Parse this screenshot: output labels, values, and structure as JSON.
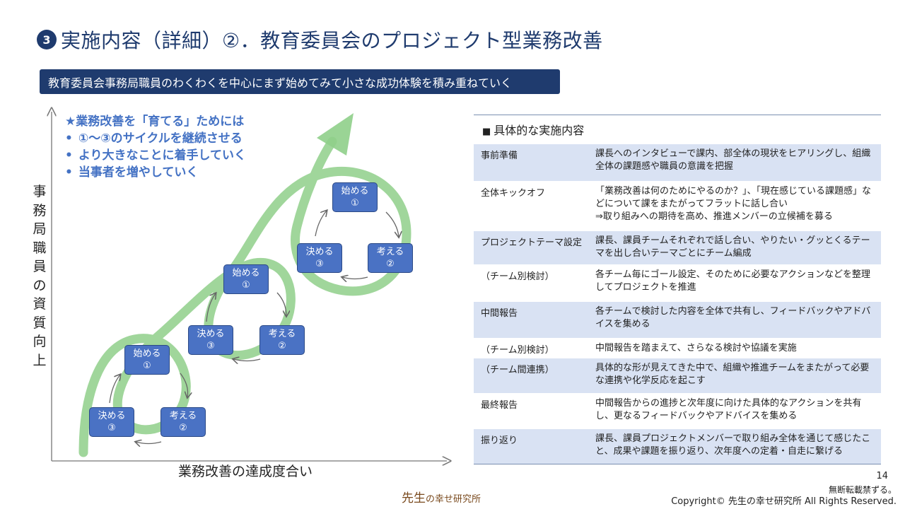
{
  "title": {
    "badge": "3",
    "text": "実施内容（詳細）②．教育委員会のプロジェクト型業務改善"
  },
  "banner": "教育委員会事務局職員のわくわくを中心にまず始めてみて小さな成功体験を積み重ねていく",
  "chart": {
    "y_axis_label": [
      "事",
      "務",
      "局",
      "職",
      "員",
      "の",
      "資",
      "質",
      "向",
      "上"
    ],
    "x_axis_label": "業務改善の達成度合い",
    "tips_title": "★業務改善を「育てる」ためには",
    "tips": [
      "①～③のサイクルを継続させる",
      "より大きなことに着手していく",
      "当事者を増やしていく"
    ],
    "cycles": [
      {
        "start": {
          "l1": "始める",
          "l2": "①"
        },
        "think": {
          "l1": "考える",
          "l2": "②"
        },
        "decide": {
          "l1": "決める",
          "l2": "③"
        }
      },
      {
        "start": {
          "l1": "始める",
          "l2": "①"
        },
        "think": {
          "l1": "考える",
          "l2": "②"
        },
        "decide": {
          "l1": "決める",
          "l2": "③"
        }
      },
      {
        "start": {
          "l1": "始める",
          "l2": "①"
        },
        "think": {
          "l1": "考える",
          "l2": "②"
        },
        "decide": {
          "l1": "決める",
          "l2": "③"
        }
      }
    ],
    "colors": {
      "arrow": "#8fcf8a",
      "node": "#4a72c4",
      "tips": "#4472c4"
    }
  },
  "table": {
    "heading": "具体的な実施内容",
    "rows": [
      {
        "label": "事前準備",
        "text": "課長へのインタビューで課内、部全体の現状をヒアリングし、組織全体の課題感や職員の意識を把握"
      },
      {
        "label": "全体キックオフ",
        "text": "「業務改善は何のためにやるのか？」、「現在感じている課題感」などについて課をまたがってフラットに話し合い\n⇒取り組みへの期待を高め、推進メンバーの立候補を募る"
      },
      {
        "label": "プロジェクトテーマ設定",
        "text": "課長、課員チームそれぞれで話し合い、やりたい・グッとくるテーマを出し合いテーマごとにチーム編成"
      },
      {
        "label": "（チーム別検討）",
        "text": "各チーム毎にゴール設定、そのために必要なアクションなどを整理してプロジェクトを推進"
      },
      {
        "label": "中間報告",
        "text": "各チームで検討した内容を全体で共有し、フィードバックやアドバイスを集める"
      },
      {
        "label": "（チーム別検討）",
        "text": "中間報告を踏まえて、さらなる検討や協議を実施"
      },
      {
        "label": "（チーム間連携）",
        "text": "具体的な形が見えてきた中で、組織や推進チームをまたがって必要な連携や化学反応を起こす"
      },
      {
        "label": "最終報告",
        "text": "中間報告からの進捗と次年度に向けた具体的なアクションを共有し、更なるフィードバックやアドバイスを集める"
      },
      {
        "label": "振り返り",
        "text": "課長、課員プロジェクトメンバーで取り組み全体を通じて感じたこと、成果や課題を振り返り、次年度への定着・自走に繋げる"
      }
    ]
  },
  "footer": {
    "page_number": "14",
    "no_reprint": "無断転載禁ずる。",
    "copyright": "Copyright© 先生の幸せ研究所 All Rights Reserved.",
    "logo_main": "先生",
    "logo_sub": "の幸せ研究所"
  }
}
